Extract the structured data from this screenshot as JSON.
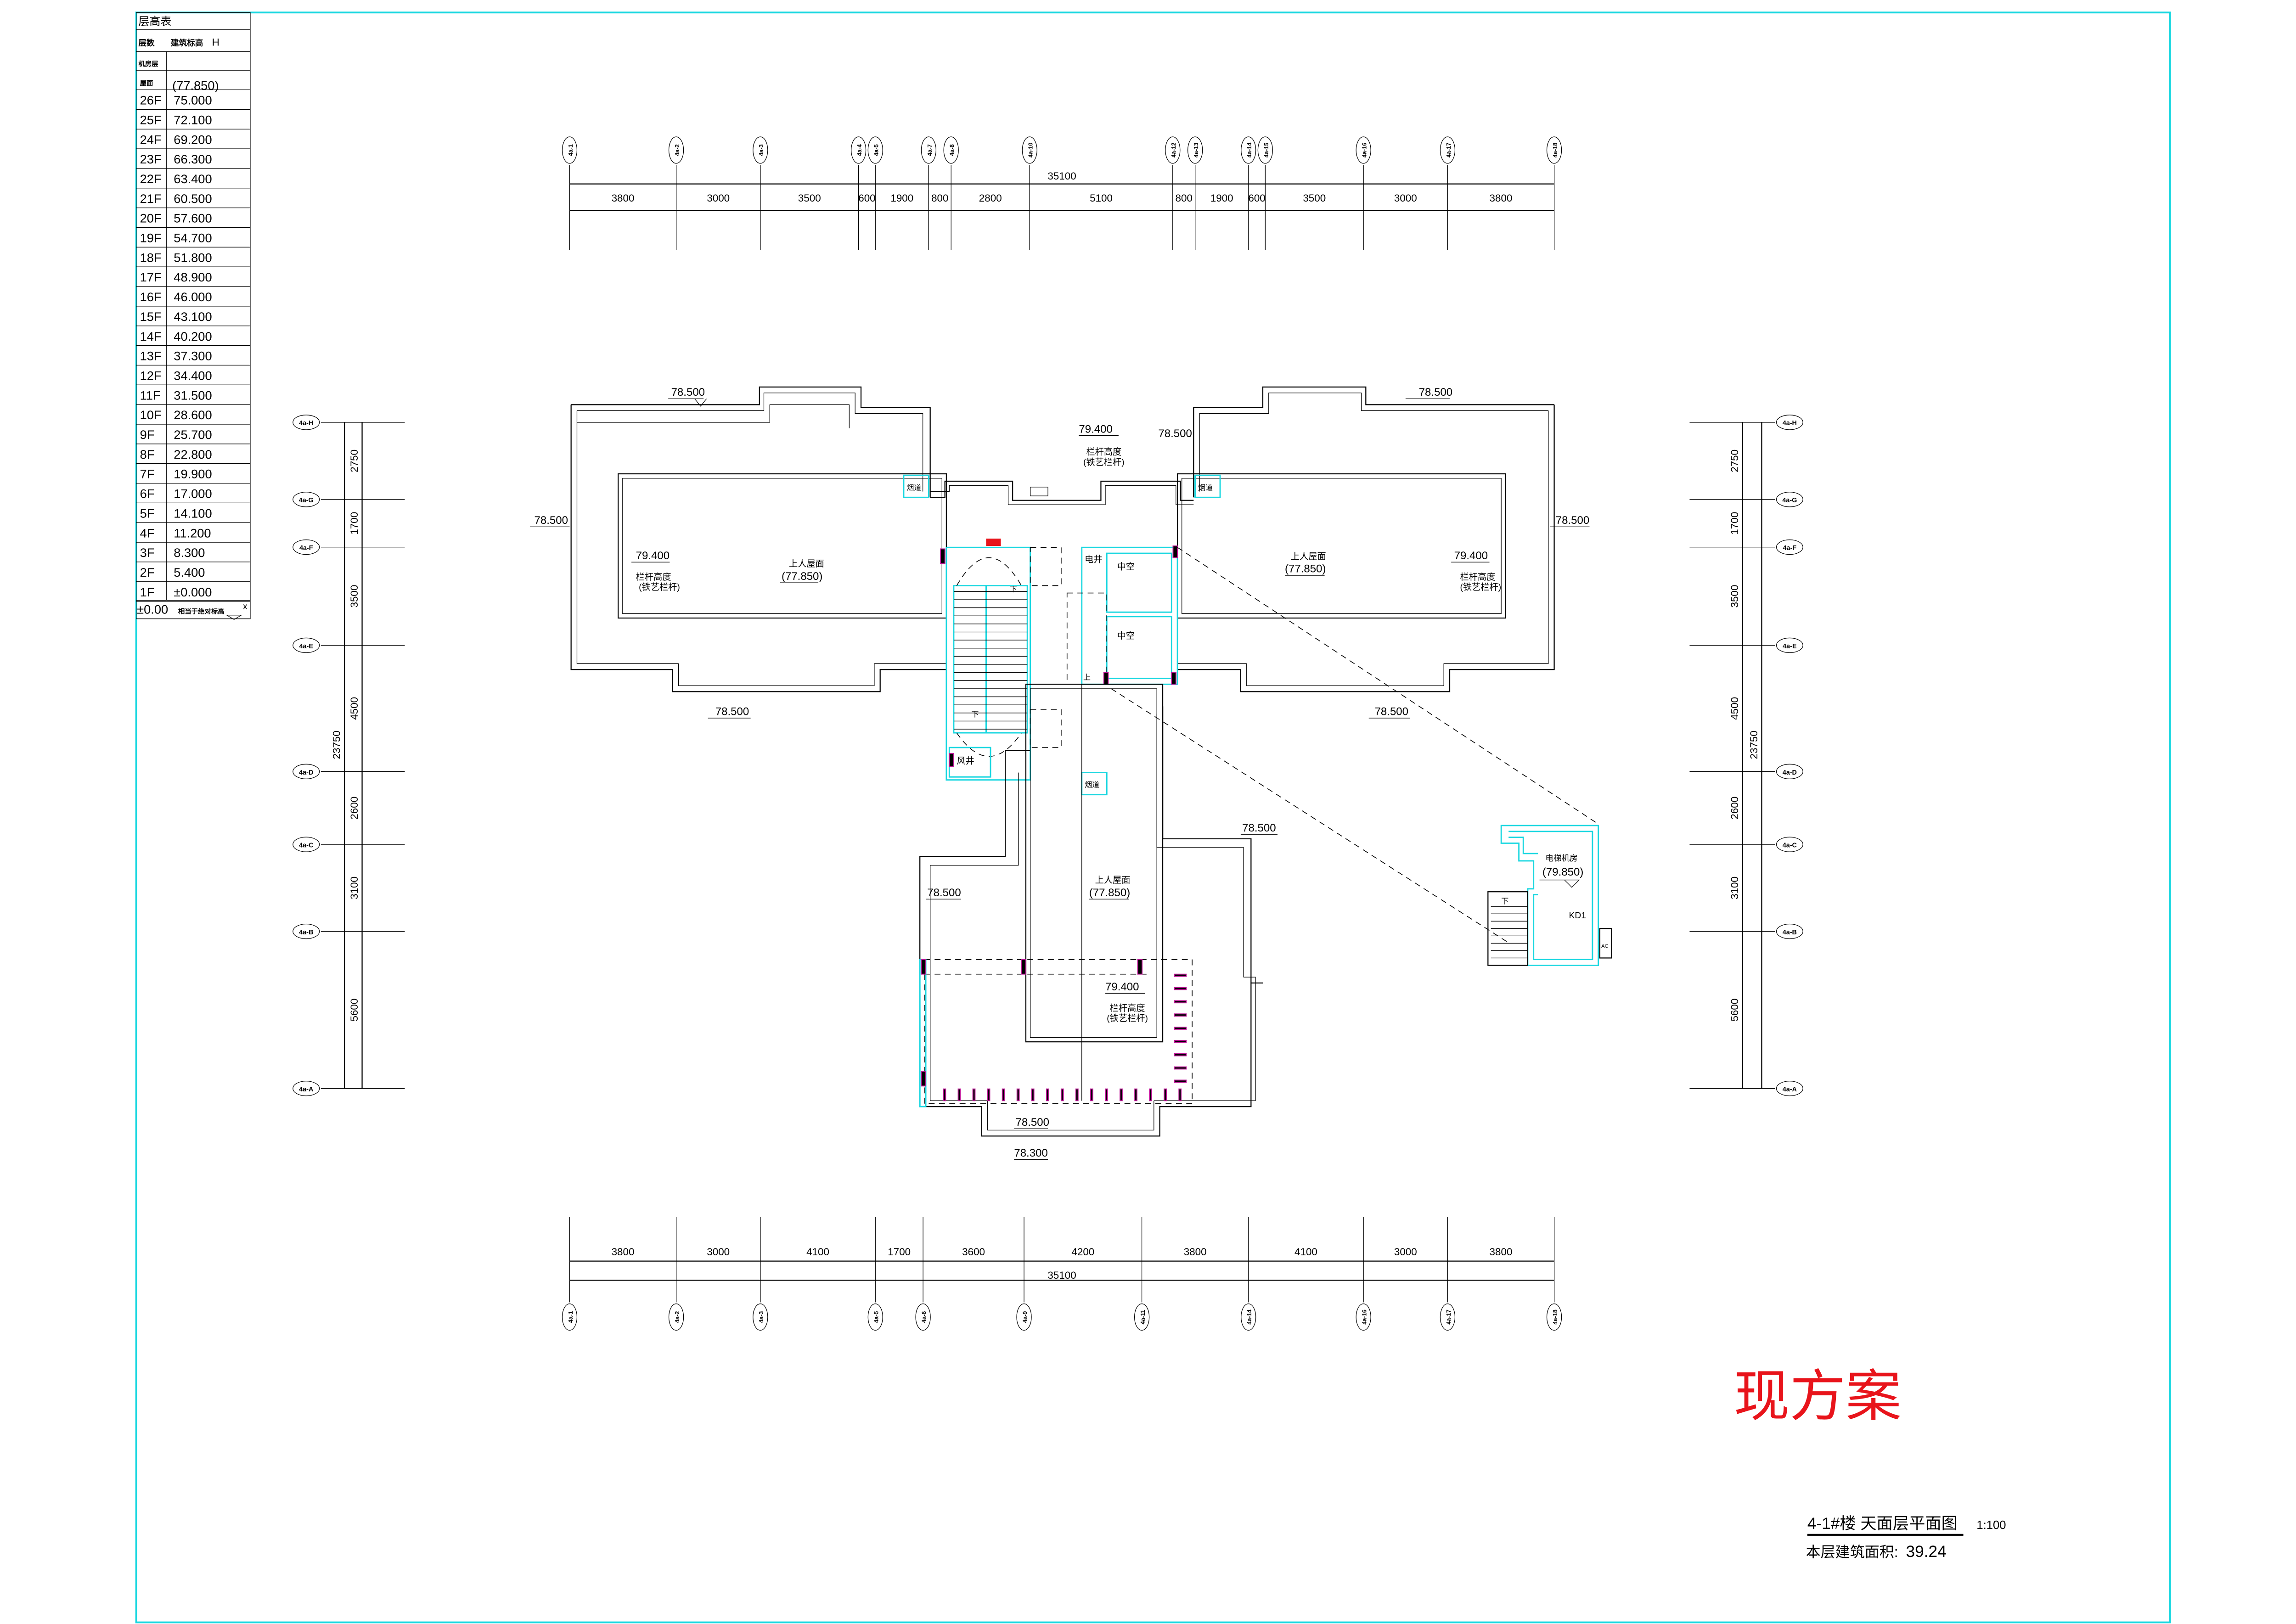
{
  "level_table": {
    "title": "层高表",
    "col_floor": "层数",
    "col_elev": "建筑标高",
    "col_h": "H",
    "machine_room_row": "机房层",
    "roof_row": "屋面",
    "roof_value": "(77.850)",
    "rows": [
      {
        "floor": "26F",
        "elev": "75.000"
      },
      {
        "floor": "25F",
        "elev": "72.100"
      },
      {
        "floor": "24F",
        "elev": "69.200"
      },
      {
        "floor": "23F",
        "elev": "66.300"
      },
      {
        "floor": "22F",
        "elev": "63.400"
      },
      {
        "floor": "21F",
        "elev": "60.500"
      },
      {
        "floor": "20F",
        "elev": "57.600"
      },
      {
        "floor": "19F",
        "elev": "54.700"
      },
      {
        "floor": "18F",
        "elev": "51.800"
      },
      {
        "floor": "17F",
        "elev": "48.900"
      },
      {
        "floor": "16F",
        "elev": "46.000"
      },
      {
        "floor": "15F",
        "elev": "43.100"
      },
      {
        "floor": "14F",
        "elev": "40.200"
      },
      {
        "floor": "13F",
        "elev": "37.300"
      },
      {
        "floor": "12F",
        "elev": "34.400"
      },
      {
        "floor": "11F",
        "elev": "31.500"
      },
      {
        "floor": "10F",
        "elev": "28.600"
      },
      {
        "floor": "9F",
        "elev": "25.700"
      },
      {
        "floor": "8F",
        "elev": "22.800"
      },
      {
        "floor": "7F",
        "elev": "19.900"
      },
      {
        "floor": "6F",
        "elev": "17.000"
      },
      {
        "floor": "5F",
        "elev": "14.100"
      },
      {
        "floor": "4F",
        "elev": "11.200"
      },
      {
        "floor": "3F",
        "elev": "8.300"
      },
      {
        "floor": "2F",
        "elev": "5.400"
      },
      {
        "floor": "1F",
        "elev": "±0.000"
      }
    ],
    "footer_value": "±0.00",
    "footer_label": "相当于绝对标高",
    "footer_x": "x"
  },
  "grid": {
    "top": {
      "labels": [
        "4a-1",
        "4a-2",
        "4a-3",
        "4a-4",
        "4a-5",
        "4a-7",
        "4a-8",
        "4a-10",
        "4a-12",
        "4a-13",
        "4a-14",
        "4a-15",
        "4a-16",
        "4a-17",
        "4a-18"
      ],
      "spans": [
        3800,
        3000,
        3500,
        600,
        1900,
        800,
        2800,
        5100,
        800,
        1900,
        600,
        3500,
        3000,
        3800
      ],
      "total": "35100"
    },
    "bottom": {
      "labels": [
        "4a-1",
        "4a-2",
        "4a-3",
        "4a-5",
        "4a-6",
        "4a-9",
        "4a-11",
        "4a-14",
        "4a-16",
        "4a-17",
        "4a-18"
      ],
      "spans": [
        3800,
        3000,
        4100,
        1700,
        3600,
        4200,
        3800,
        4100,
        3000,
        3800
      ],
      "total": "35100"
    },
    "side": {
      "labels": [
        "4a-H",
        "4a-G",
        "4a-F",
        "4a-E",
        "4a-D",
        "4a-C",
        "4a-B",
        "4a-A"
      ],
      "spans": [
        2750,
        1700,
        3500,
        4500,
        2600,
        3100,
        5600
      ],
      "total": "23750"
    }
  },
  "plan": {
    "parapet_level": "78.500",
    "lower_level": "78.300",
    "railing_level": "79.400",
    "railing_note": "栏杆高度",
    "railing_type": "(铁艺栏杆)",
    "roof_label": "上人屋面",
    "roof_level": "(77.850)",
    "void_label": "中空",
    "flue_label": "烟道",
    "elec_shaft_label": "电井",
    "air_shaft_label": "风井",
    "down_label": "下",
    "up_label": "上",
    "machine_room_label": "电梯机房",
    "machine_room_level": "(79.850)",
    "window_tag": "KD1",
    "ac_label": "AC"
  },
  "stamp": "现方案",
  "title_block": {
    "title": "4-1#楼  天面层平面图",
    "scale": "1:100",
    "area_label": "本层建筑面积:",
    "area_value": "39.24"
  },
  "colors": {
    "frame": "#19d7e0",
    "stamp": "#e8141b",
    "column": "#c0189a"
  }
}
